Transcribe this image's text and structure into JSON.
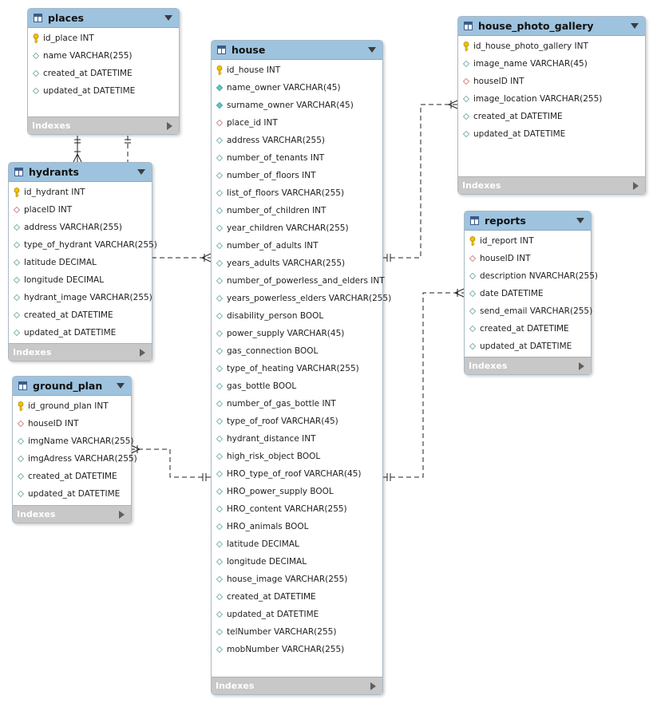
{
  "tables": {
    "places": {
      "name": "places",
      "footer": "Indexes",
      "columns": [
        {
          "text": "id_place INT",
          "kind": "pk"
        },
        {
          "text": "name VARCHAR(255)",
          "kind": "plain"
        },
        {
          "text": "created_at DATETIME",
          "kind": "plain"
        },
        {
          "text": "updated_at DATETIME",
          "kind": "plain"
        }
      ]
    },
    "hydrants": {
      "name": "hydrants",
      "footer": "Indexes",
      "columns": [
        {
          "text": "id_hydrant INT",
          "kind": "pk"
        },
        {
          "text": "placeID INT",
          "kind": "fk"
        },
        {
          "text": "address VARCHAR(255)",
          "kind": "plain"
        },
        {
          "text": "type_of_hydrant VARCHAR(255)",
          "kind": "plain"
        },
        {
          "text": "latitude DECIMAL",
          "kind": "plain"
        },
        {
          "text": "longitude DECIMAL",
          "kind": "plain"
        },
        {
          "text": "hydrant_image VARCHAR(255)",
          "kind": "plain"
        },
        {
          "text": "created_at DATETIME",
          "kind": "plain"
        },
        {
          "text": "updated_at DATETIME",
          "kind": "plain"
        }
      ]
    },
    "ground_plan": {
      "name": "ground_plan",
      "footer": "Indexes",
      "columns": [
        {
          "text": "id_ground_plan INT",
          "kind": "pk"
        },
        {
          "text": "houseID INT",
          "kind": "fk"
        },
        {
          "text": "imgName VARCHAR(255)",
          "kind": "plain"
        },
        {
          "text": "imgAdress VARCHAR(255)",
          "kind": "plain"
        },
        {
          "text": "created_at DATETIME",
          "kind": "plain"
        },
        {
          "text": "updated_at DATETIME",
          "kind": "plain"
        }
      ]
    },
    "house": {
      "name": "house",
      "footer": "Indexes",
      "columns": [
        {
          "text": "id_house INT",
          "kind": "pk"
        },
        {
          "text": "name_owner VARCHAR(45)",
          "kind": "filled"
        },
        {
          "text": "surname_owner VARCHAR(45)",
          "kind": "filled"
        },
        {
          "text": "place_id INT",
          "kind": "fk"
        },
        {
          "text": "address VARCHAR(255)",
          "kind": "plain"
        },
        {
          "text": "number_of_tenants INT",
          "kind": "plain"
        },
        {
          "text": "number_of_floors INT",
          "kind": "plain"
        },
        {
          "text": "list_of_floors VARCHAR(255)",
          "kind": "plain"
        },
        {
          "text": "number_of_children INT",
          "kind": "plain"
        },
        {
          "text": "year_children VARCHAR(255)",
          "kind": "plain"
        },
        {
          "text": "number_of_adults INT",
          "kind": "plain"
        },
        {
          "text": "years_adults VARCHAR(255)",
          "kind": "plain"
        },
        {
          "text": "number_of_powerless_and_elders INT",
          "kind": "plain"
        },
        {
          "text": "years_powerless_elders VARCHAR(255)",
          "kind": "plain"
        },
        {
          "text": "disability_person BOOL",
          "kind": "plain"
        },
        {
          "text": "power_supply VARCHAR(45)",
          "kind": "plain"
        },
        {
          "text": "gas_connection BOOL",
          "kind": "plain"
        },
        {
          "text": "type_of_heating VARCHAR(255)",
          "kind": "plain"
        },
        {
          "text": "gas_bottle BOOL",
          "kind": "plain"
        },
        {
          "text": "number_of_gas_bottle INT",
          "kind": "plain"
        },
        {
          "text": "type_of_roof VARCHAR(45)",
          "kind": "plain"
        },
        {
          "text": "hydrant_distance INT",
          "kind": "plain"
        },
        {
          "text": "high_risk_object BOOL",
          "kind": "plain"
        },
        {
          "text": "HRO_type_of_roof VARCHAR(45)",
          "kind": "plain"
        },
        {
          "text": "HRO_power_supply BOOL",
          "kind": "plain"
        },
        {
          "text": "HRO_content VARCHAR(255)",
          "kind": "plain"
        },
        {
          "text": "HRO_animals BOOL",
          "kind": "plain"
        },
        {
          "text": "latitude DECIMAL",
          "kind": "plain"
        },
        {
          "text": "longitude DECIMAL",
          "kind": "plain"
        },
        {
          "text": "house_image VARCHAR(255)",
          "kind": "plain"
        },
        {
          "text": "created_at DATETIME",
          "kind": "plain"
        },
        {
          "text": "updated_at DATETIME",
          "kind": "plain"
        },
        {
          "text": "telNumber VARCHAR(255)",
          "kind": "plain"
        },
        {
          "text": "mobNumber VARCHAR(255)",
          "kind": "plain"
        }
      ]
    },
    "house_photo_gallery": {
      "name": "house_photo_gallery",
      "footer": "Indexes",
      "columns": [
        {
          "text": "id_house_photo_gallery INT",
          "kind": "pk"
        },
        {
          "text": "image_name VARCHAR(45)",
          "kind": "plain"
        },
        {
          "text": "houseID INT",
          "kind": "fk"
        },
        {
          "text": "image_location VARCHAR(255)",
          "kind": "plain"
        },
        {
          "text": "created_at DATETIME",
          "kind": "plain"
        },
        {
          "text": "updated_at DATETIME",
          "kind": "plain"
        }
      ]
    },
    "reports": {
      "name": "reports",
      "footer": "Indexes",
      "columns": [
        {
          "text": "id_report INT",
          "kind": "pk"
        },
        {
          "text": "houseID INT",
          "kind": "fk"
        },
        {
          "text": "description NVARCHAR(255)",
          "kind": "plain"
        },
        {
          "text": "date DATETIME",
          "kind": "plain"
        },
        {
          "text": "send_email VARCHAR(255)",
          "kind": "plain"
        },
        {
          "text": "created_at DATETIME",
          "kind": "plain"
        },
        {
          "text": "updated_at DATETIME",
          "kind": "plain"
        }
      ]
    }
  },
  "relationships": [
    {
      "from": "places",
      "to": "hydrants",
      "type": "one-to-many"
    },
    {
      "from": "house",
      "to": "hydrants",
      "type": "one-to-many"
    },
    {
      "from": "house",
      "to": "house_photo_gallery",
      "type": "one-to-many"
    },
    {
      "from": "house",
      "to": "ground_plan",
      "type": "one-to-many"
    },
    {
      "from": "house",
      "to": "reports",
      "type": "one-to-many"
    }
  ],
  "colors": {
    "header": "#9ec3df",
    "footer": "#c8c8c8",
    "key": "#f2c200",
    "fk_diamond": "#cf8a8a",
    "plain_diamond": "#7fb3b3",
    "filled_diamond": "#64c4c4"
  }
}
